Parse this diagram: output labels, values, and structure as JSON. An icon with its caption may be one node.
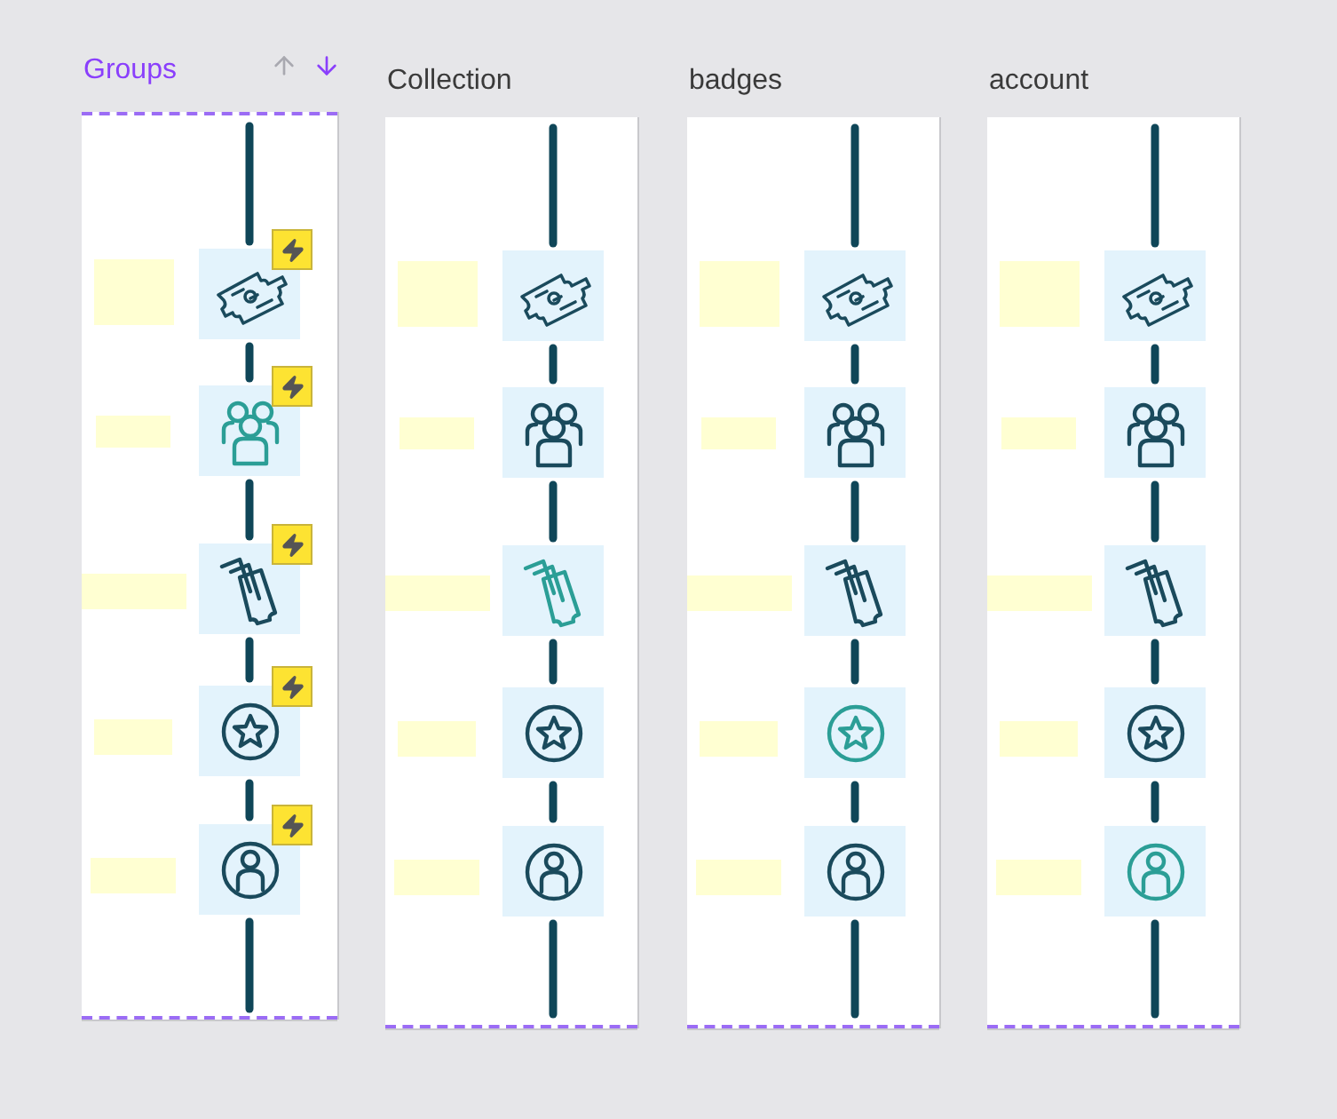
{
  "diagram": {
    "nodes": [
      {
        "text": [
          "Groups"
        ]
      },
      {
        "text": [],
        "shape": "box",
        "in": 0
      },
      {
        "text": [],
        "shape": "picture",
        "in": 0
      },
      {
        "text": [],
        "shape": "box",
        "in": 0
      },
      {
        "text": [],
        "shape": "picture",
        "in": 0
      },
      {
        "text": [],
        "shape": "box",
        "in": 0
      },
      {
        "text": [],
        "shape": "picture",
        "in": 0
      },
      {
        "text": [],
        "shape": "box",
        "in": 0
      },
      {
        "text": [],
        "shape": "picture",
        "in": 0
      },
      {
        "text": [],
        "shape": "box",
        "in": 0
      },
      {
        "text": [],
        "shape": "picture",
        "in": 0
      },
      {
        "text": [
          "Collection"
        ]
      },
      {
        "text": [],
        "shape": "box",
        "in": 11
      },
      {
        "text": [],
        "shape": "picture",
        "in": 11
      },
      {
        "text": [],
        "shape": "box",
        "in": 11
      },
      {
        "text": [],
        "shape": "picture",
        "in": 11
      },
      {
        "text": [],
        "shape": "box",
        "in": 11
      },
      {
        "text": [],
        "shape": "picture",
        "in": 11
      },
      {
        "text": [],
        "shape": "box",
        "in": 11
      },
      {
        "text": [],
        "shape": "picture",
        "in": 11
      },
      {
        "text": [],
        "shape": "box",
        "in": 11
      },
      {
        "text": [],
        "shape": "picture",
        "in": 11
      },
      {
        "text": [
          "badges"
        ]
      },
      {
        "text": [],
        "shape": "box",
        "in": 22
      },
      {
        "text": [],
        "shape": "picture",
        "in": 22
      },
      {
        "text": [],
        "shape": "box",
        "in": 22
      },
      {
        "text": [],
        "shape": "picture",
        "in": 22
      },
      {
        "text": [],
        "shape": "box",
        "in": 22
      },
      {
        "text": [],
        "shape": "picture",
        "in": 22
      },
      {
        "text": [],
        "shape": "box",
        "in": 22
      },
      {
        "text": [],
        "shape": "picture",
        "in": 22
      },
      {
        "text": [],
        "shape": "box",
        "in": 22
      },
      {
        "text": [],
        "shape": "picture",
        "in": 22
      },
      {
        "text": [
          "account"
        ]
      },
      {
        "text": [],
        "shape": "box",
        "in": 33
      },
      {
        "text": [],
        "shape": "picture",
        "in": 33
      },
      {
        "text": [],
        "shape": "box",
        "in": 33
      },
      {
        "text": [],
        "shape": "picture",
        "in": 33
      },
      {
        "text": [],
        "shape": "box",
        "in": 33
      },
      {
        "text": [],
        "shape": "picture",
        "in": 33
      },
      {
        "text": [],
        "shape": "box",
        "in": 33
      },
      {
        "text": [],
        "shape": "picture",
        "in": 33
      },
      {
        "text": [],
        "shape": "box",
        "in": 33
      },
      {
        "text": [],
        "shape": "picture",
        "in": 33
      }
    ],
    "edges": [
      {
        "from": null,
        "to": 2,
        "arrow": "none"
      },
      {
        "from": 2,
        "to": 4,
        "arrow": "none"
      },
      {
        "from": 4,
        "to": 6,
        "arrow": "none"
      },
      {
        "from": 6,
        "to": 8,
        "arrow": "none"
      },
      {
        "from": 8,
        "to": 10,
        "arrow": "none"
      },
      {
        "from": 10,
        "to": null,
        "arrow": "none"
      },
      {
        "from": null,
        "to": 13,
        "arrow": "none"
      },
      {
        "from": 13,
        "to": 15,
        "arrow": "none"
      },
      {
        "from": 15,
        "to": 17,
        "arrow": "none"
      },
      {
        "from": 17,
        "to": 19,
        "arrow": "none"
      },
      {
        "from": 19,
        "to": 21,
        "arrow": "none"
      },
      {
        "from": 21,
        "to": null,
        "arrow": "none"
      },
      {
        "from": null,
        "to": 24,
        "arrow": "none"
      },
      {
        "from": 24,
        "to": 26,
        "arrow": "none"
      },
      {
        "from": 26,
        "to": 28,
        "arrow": "none"
      },
      {
        "from": 28,
        "to": 30,
        "arrow": "none"
      },
      {
        "from": 30,
        "to": 32,
        "arrow": "none"
      },
      {
        "from": 32,
        "to": null,
        "arrow": "none"
      },
      {
        "from": null,
        "to": 35,
        "arrow": "none"
      },
      {
        "from": 35,
        "to": 37,
        "arrow": "none"
      },
      {
        "from": 37,
        "to": 39,
        "arrow": "none"
      },
      {
        "from": 39,
        "to": 41,
        "arrow": "none"
      },
      {
        "from": 41,
        "to": 43,
        "arrow": "none"
      },
      {
        "from": 43,
        "to": null,
        "arrow": "none"
      }
    ]
  }
}
